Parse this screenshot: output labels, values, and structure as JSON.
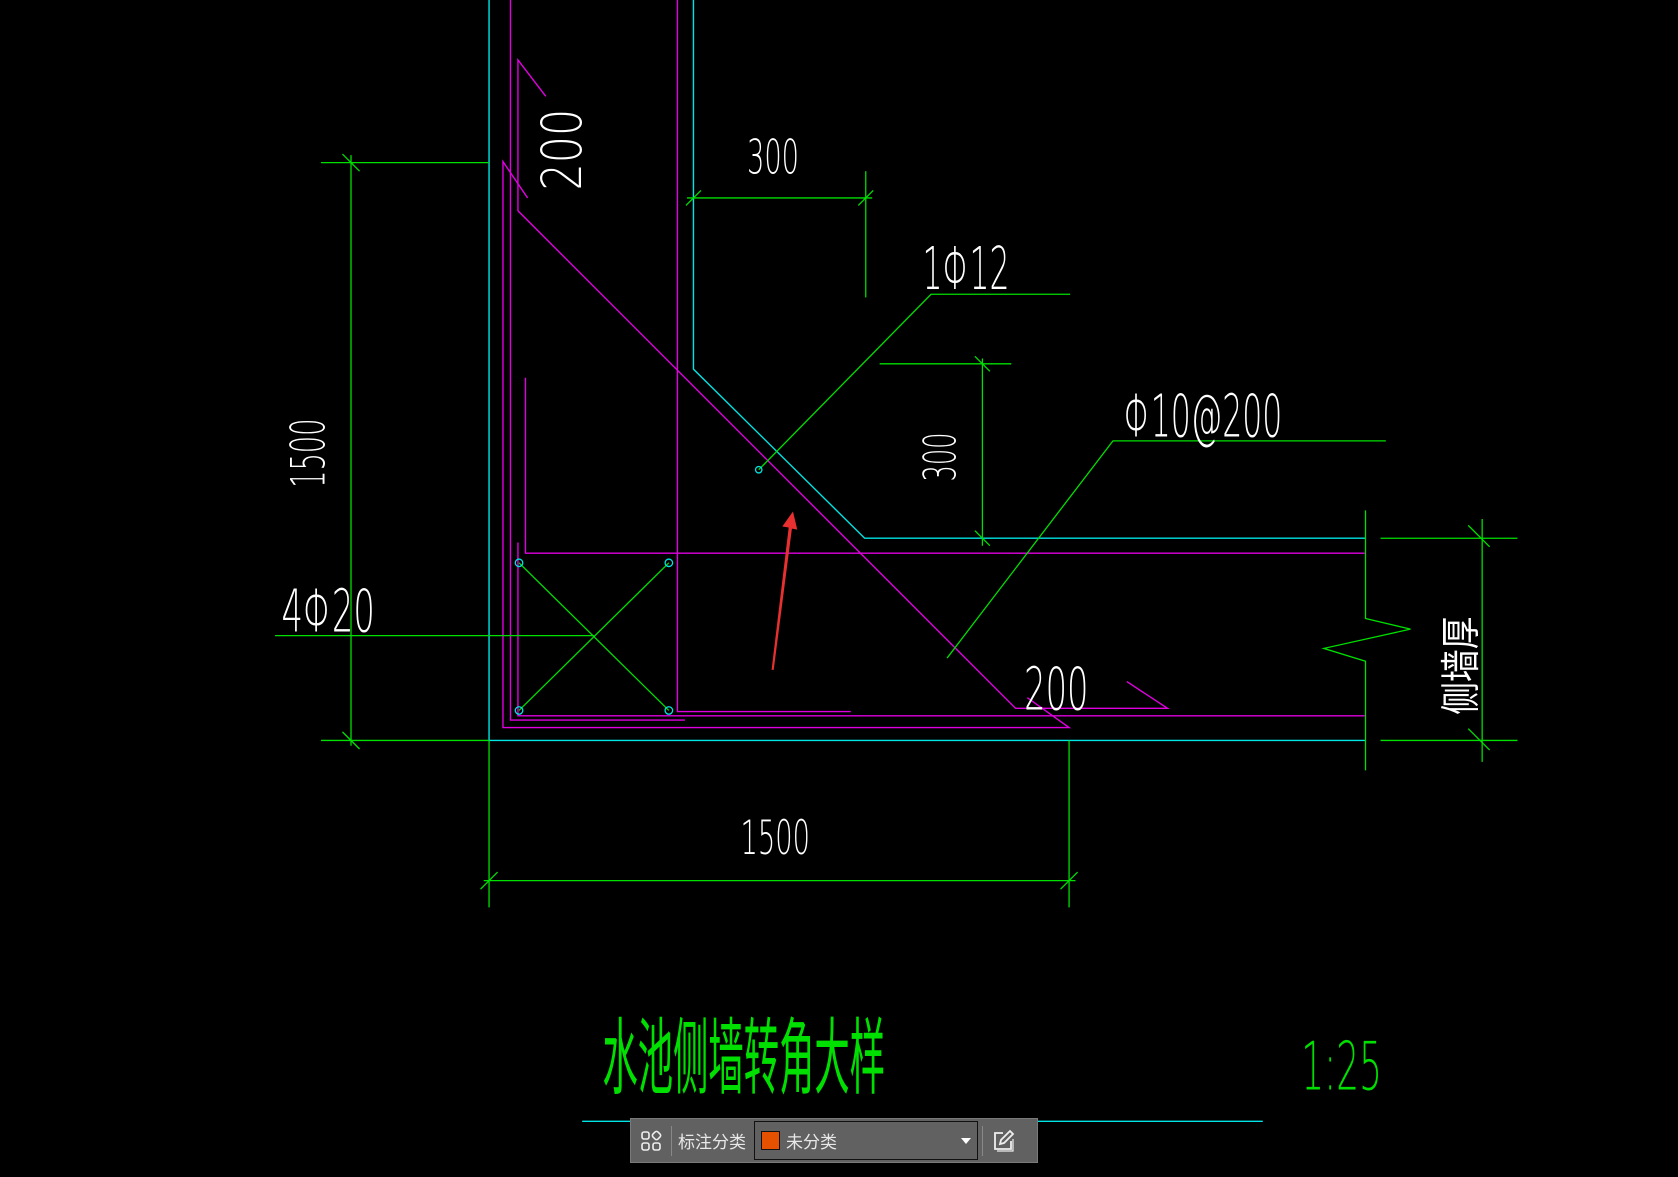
{
  "drawing": {
    "colors": {
      "green": "#00e000",
      "cyan": "#00e5e5",
      "magenta": "#e000e0",
      "text": "#ffffff",
      "annotation_arrow": "#e83030"
    },
    "dimensions": {
      "top_hook": "200",
      "top_offset": "300",
      "right_offset": "300",
      "left_height": "1500",
      "bottom_width": "1500",
      "bottom_hook": "200"
    },
    "labels": {
      "corner_bar": "1Φ12",
      "stirrup": "Φ10@200",
      "corner_main_bars": "4Φ20",
      "wall_thickness": "侧墙厚"
    },
    "title": "水池侧墙转角大样",
    "scale": "1:25"
  },
  "toolbar": {
    "category_label": "标注分类",
    "selected_category": "未分类",
    "selected_color": "#e65100",
    "icons": {
      "left": "grid-shapes-icon",
      "right": "edit-icon"
    }
  }
}
